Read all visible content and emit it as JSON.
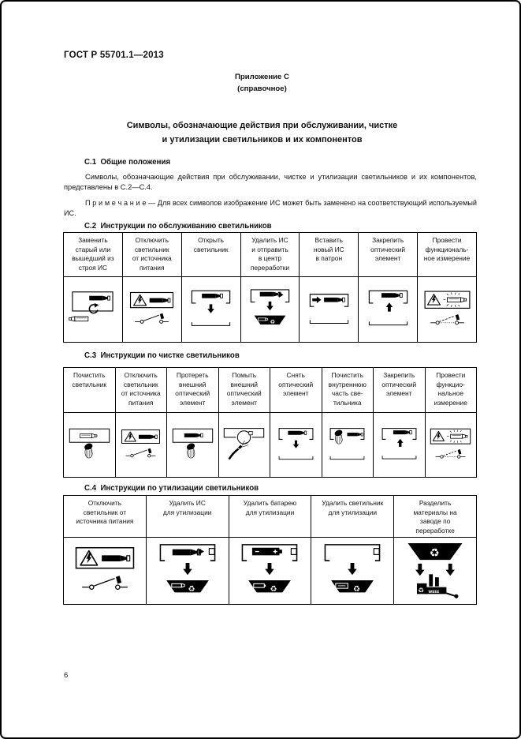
{
  "page": {
    "doc_number": "ГОСТ Р 55701.1—2013",
    "appendix_label": "Приложение С",
    "appendix_kind": "(справочное)",
    "title_line1": "Символы, обозначающие действия при обслуживании, чистке",
    "title_line2": "и утилизации светильников и их компонентов",
    "page_number": "6"
  },
  "c1": {
    "heading": "С.1  Общие положения",
    "paragraph": "Символы, обозначающие действия при обслуживании, чистке и утилизации светильников и их компонентов, представлены в С.2—С.4.",
    "note": "П р и м е ч а н и е — Для всех символов изображение ИС может быть заменено на соответствующий исполь­зуемый ИС."
  },
  "c2": {
    "heading": "С.2  Инструкции по обслуживанию светильников",
    "headers": [
      "Заменить\nстарый или\nвышедший из\nстроя ИС",
      "Отключить\nсветильник\nот источника\nпитания",
      "Открыть\nсветильник",
      "Удалить ИС\nи отправить\nв центр\nпереработки",
      "Вставить\nновый ИС\nв патрон",
      "Закрепить\nоптический\nэлемент",
      "Провести\nфункциональ-\nное измерение"
    ],
    "icons": [
      "replace-lamp",
      "disconnect-power",
      "open-luminaire",
      "remove-lamp-to-recycling",
      "insert-new-lamp",
      "fasten-optical-element",
      "functional-test"
    ]
  },
  "c3": {
    "heading": "С.3  Инструкции по чистке светильников",
    "headers": [
      "Почистить\nсветильник",
      "Отключить\nсветильник\nот источника\nпитания",
      "Протереть\nвнешний\nоптический\nэлемент",
      "Помыть\nвнешний\nоптический\nэлемент",
      "Снять\nоптический\nэлемент",
      "Почистить\nвнутреннюю\nчасть све-\nтильника",
      "Закрепить\nоптический\nэлемент",
      "Провести\nфункцио-\nнальное\nизмерение"
    ],
    "icons": [
      "clean-luminaire",
      "disconnect-power",
      "wipe-optical-element",
      "wash-optical-element",
      "remove-optical-element",
      "clean-luminaire-interior",
      "fasten-optical-element",
      "functional-test"
    ]
  },
  "c4": {
    "heading": "С.4  Инструкции по утилизации светильников",
    "headers": [
      "Отключить\nсветильник от\nисточника питания",
      "Удалить ИС\nдля утилизации",
      "Удалить батарею\nдля утилизации",
      "Удалить светильник\nдля утилизации",
      "Разделить\nматериалы на\nзаводе по\nпереработке"
    ],
    "icons": [
      "disconnect-power",
      "recycle-lamp",
      "recycle-battery",
      "recycle-luminaire",
      "separate-materials-at-plant"
    ]
  }
}
